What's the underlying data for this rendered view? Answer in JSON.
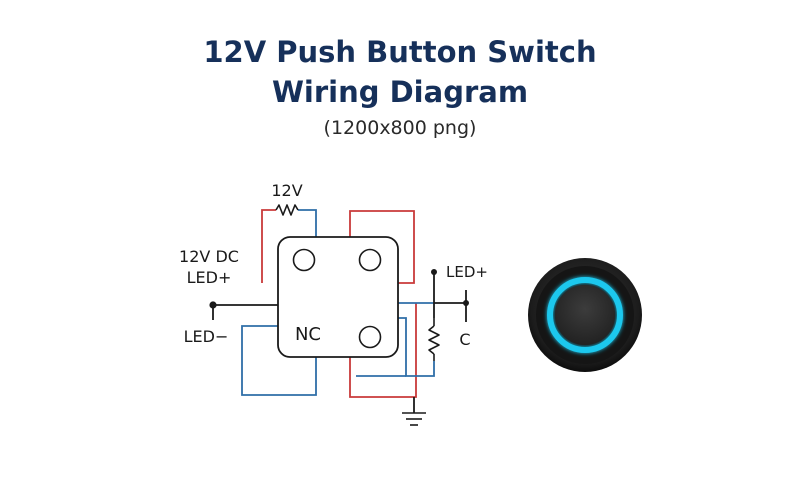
{
  "title": {
    "line1": "12V Push Button Switch",
    "line2": "Wiring Diagram"
  },
  "subtitle": "(1200x800 png)",
  "labels": {
    "resistor_top": "12V",
    "supply_line1": "12V DC",
    "supply_line2": "LED+",
    "led_minus": "LED−",
    "nc": "NC",
    "led_plus_right": "LED+",
    "c": "C"
  },
  "colors": {
    "title": "#16305a",
    "wire_red": "#c93a3a",
    "wire_blue": "#2f6ea8",
    "wire_black": "#1a1a1a",
    "led_ring": "#1ec8ee",
    "button_body": "#1c1c1c"
  },
  "icons": {
    "switch": "push-button-switch-icon",
    "resistor": "resistor-icon",
    "ground": "ground-icon",
    "button_photo": "illuminated-push-button-icon"
  }
}
